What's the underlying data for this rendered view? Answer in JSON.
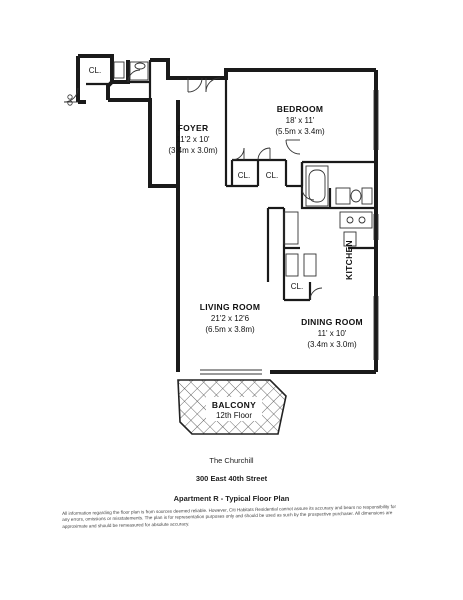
{
  "rooms": {
    "foyer": {
      "name": "FOYER",
      "dim_imperial": "11'2 x 10'",
      "dim_metric": "(3.4m x 3.0m)"
    },
    "bedroom": {
      "name": "BEDROOM",
      "dim_imperial": "18' x 11'",
      "dim_metric": "(5.5m x 3.4m)"
    },
    "living": {
      "name": "LIVING ROOM",
      "dim_imperial": "21'2 x 12'6",
      "dim_metric": "(6.5m x 3.8m)"
    },
    "dining": {
      "name": "DINING ROOM",
      "dim_imperial": "11' x 10'",
      "dim_metric": "(3.4m x 3.0m)"
    },
    "kitchen": {
      "name": "KITCHEN"
    },
    "balcony": {
      "name": "BALCONY",
      "floor": "12th Floor"
    },
    "closet": "CL."
  },
  "captions": {
    "building": "The Churchill",
    "address": "300 East 40th Street",
    "plan": "Apartment R - Typical Floor Plan"
  },
  "disclaimer": "All information regarding the floor plan is from sources deemed reliable. However, Citi Habitats Residential cannot assure its accuracy and bears no responsibility for any errors, omissions or misstatements. The plan is for representation purposes only and should be used as such by the prospective purchaser. All dimensions are approximate and should be remeasured for absolute accuracy."
}
